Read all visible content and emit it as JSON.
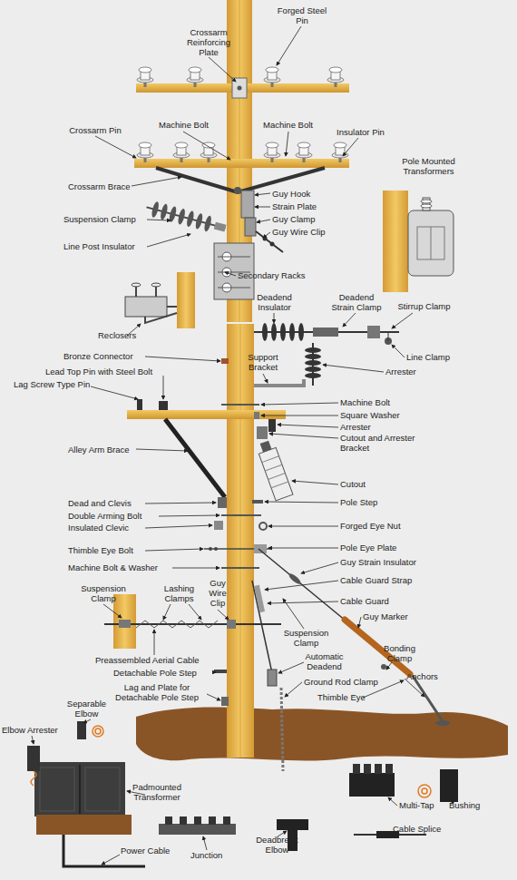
{
  "diagram": {
    "labels": [
      "Crossarm Reinforcing Plate",
      "Forged Steel Pin",
      "Crossarm Pin",
      "Machine Bolt",
      "Machine Bolt",
      "Insulator Pin",
      "Pole Mounted Transformers",
      "Crossarm Brace",
      "Guy Hook",
      "Strain Plate",
      "Suspension Clamp",
      "Guy Clamp",
      "Guy Wire Clip",
      "Line Post Insulator",
      "Secondary Racks",
      "Deadend Insulator",
      "Deadend Strain Clamp",
      "Stirrup Clamp",
      "Reclosers",
      "Line Clamp",
      "Bronze Connector",
      "Support Bracket",
      "Lead Top Pin with Steel Bolt",
      "Lag Screw Type Pin",
      "Arrester",
      "Machine Bolt",
      "Square Washer",
      "Arrester",
      "Cutout and Arrester Bracket",
      "Alley Arm Brace",
      "Cutout",
      "Dead and Clevis",
      "Pole Step",
      "Double Arming Bolt",
      "Insulated Clevic",
      "Forged Eye Nut",
      "Thimble Eye Bolt",
      "Pole Eye Plate",
      "Machine Bolt & Washer",
      "Guy Strain Insulator",
      "Cable Guard Strap",
      "Suspension Clamp",
      "Lashing Clamps",
      "Guy Wire Clip",
      "Cable Guard",
      "Guy Marker",
      "Suspension Clamp",
      "Bonding Clamp",
      "Preassembled Aerial Cable",
      "Automatic Deadend",
      "Detachable Pole Step",
      "Anchors",
      "Lag and Plate for Detachable Pole Step",
      "Ground Rod Clamp",
      "Thimble Eye",
      "Separable Elbow",
      "Elbow Arrester",
      "Padmounted Transformer",
      "Multi-Tap",
      "Bushing",
      "Deadbreak Elbow",
      "Junction",
      "Power Cable",
      "Cable Splice"
    ]
  }
}
